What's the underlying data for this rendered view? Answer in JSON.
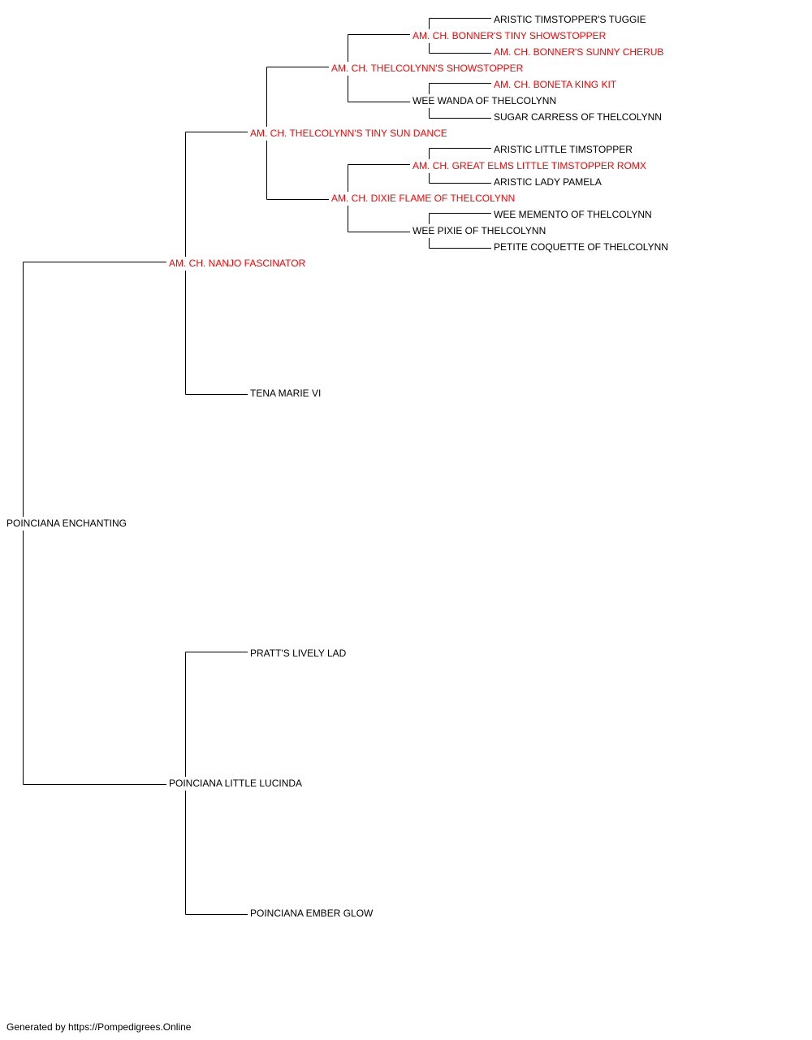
{
  "colors": {
    "champion": "#ff0000",
    "normal": "#000000",
    "lines": "#000000"
  },
  "pedigree": {
    "name": "POINCIANA ENCHANTING",
    "champion": false,
    "sire": {
      "name": "AM. CH. NANJO FASCINATOR",
      "champion": true,
      "sire": {
        "name": "AM. CH. THELCOLYNN'S TINY SUN DANCE",
        "champion": true,
        "sire": {
          "name": "AM. CH. THELCOLYNN'S SHOWSTOPPER",
          "champion": true,
          "sire": {
            "name": "AM. CH. BONNER'S TINY SHOWSTOPPER",
            "champion": true,
            "sire": {
              "name": "ARISTIC TIMSTOPPER'S TUGGIE",
              "champion": false
            },
            "dam": {
              "name": "AM. CH. BONNER'S SUNNY CHERUB",
              "champion": true
            }
          },
          "dam": {
            "name": "WEE WANDA OF THELCOLYNN",
            "champion": false,
            "sire": {
              "name": "AM. CH. BONETA KING KIT",
              "champion": true
            },
            "dam": {
              "name": "SUGAR CARRESS OF THELCOLYNN",
              "champion": false
            }
          }
        },
        "dam": {
          "name": "AM. CH. DIXIE FLAME OF THELCOLYNN",
          "champion": true,
          "sire": {
            "name": "AM. CH. GREAT ELMS LITTLE TIMSTOPPER ROMX",
            "champion": true,
            "sire": {
              "name": "ARISTIC LITTLE TIMSTOPPER",
              "champion": false
            },
            "dam": {
              "name": "ARISTIC LADY PAMELA",
              "champion": false
            }
          },
          "dam": {
            "name": "WEE PIXIE OF THELCOLYNN",
            "champion": false,
            "sire": {
              "name": "WEE MEMENTO OF THELCOLYNN",
              "champion": false
            },
            "dam": {
              "name": "PETITE COQUETTE OF THELCOLYNN",
              "champion": false
            }
          }
        }
      },
      "dam": {
        "name": "TENA MARIE VI",
        "champion": false
      }
    },
    "dam": {
      "name": "POINCIANA LITTLE LUCINDA",
      "champion": false,
      "sire": {
        "name": "PRATT'S LIVELY LAD",
        "champion": false
      },
      "dam": {
        "name": "POINCIANA EMBER GLOW",
        "champion": false
      }
    }
  },
  "footer": "Generated by https://Pompedigrees.Online"
}
